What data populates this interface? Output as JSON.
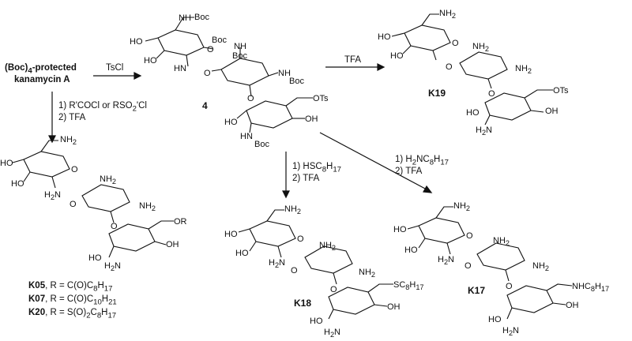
{
  "start": {
    "line1": "(Boc)",
    "sub": "4",
    "line1b": "-protected",
    "line2": "kanamycin A"
  },
  "steps": {
    "tscl": "TsCl",
    "tfa_top": "TFA",
    "left_1": "1) R'COCl or RSO",
    "left_1_sub": "2",
    "left_1b": "'Cl",
    "left_2": "2) TFA",
    "mid_1a": "1) HSC",
    "mid_1_sub1": "8",
    "mid_1b": "H",
    "mid_1_sub2": "17",
    "mid_2": "2) TFA",
    "right_1a": "1) H",
    "right_1_sub1": "2",
    "right_1b": "NC",
    "right_1_sub2": "8",
    "right_1c": "H",
    "right_1_sub3": "17",
    "right_2": "2) TFA"
  },
  "compounds": {
    "c4": "4",
    "k19": "K19",
    "k18": "K18",
    "k17": "K17",
    "k05_name": "K05",
    "k05_r": ", R = C(O)C",
    "k05_s1": "8",
    "k05_h": "H",
    "k05_s2": "17",
    "k07_name": "K07",
    "k07_r": ", R = C(O)C",
    "k07_s1": "10",
    "k07_h": "H",
    "k07_s2": "21",
    "k20_name": "K20",
    "k20_r": ", R = S(O)",
    "k20_s0": "2",
    "k20_c": "C",
    "k20_s1": "8",
    "k20_h": "H",
    "k20_s2": "17"
  },
  "atoms": {
    "boc": "Boc",
    "nh": "NH",
    "hn": "HN",
    "ho": "HO",
    "oh": "OH",
    "o": "O",
    "nh2": "NH",
    "h2n": "H",
    "two": "2",
    "ots": "OTs",
    "or": "OR",
    "sc8h17": "SC",
    "nhc8h17": "NHC"
  }
}
